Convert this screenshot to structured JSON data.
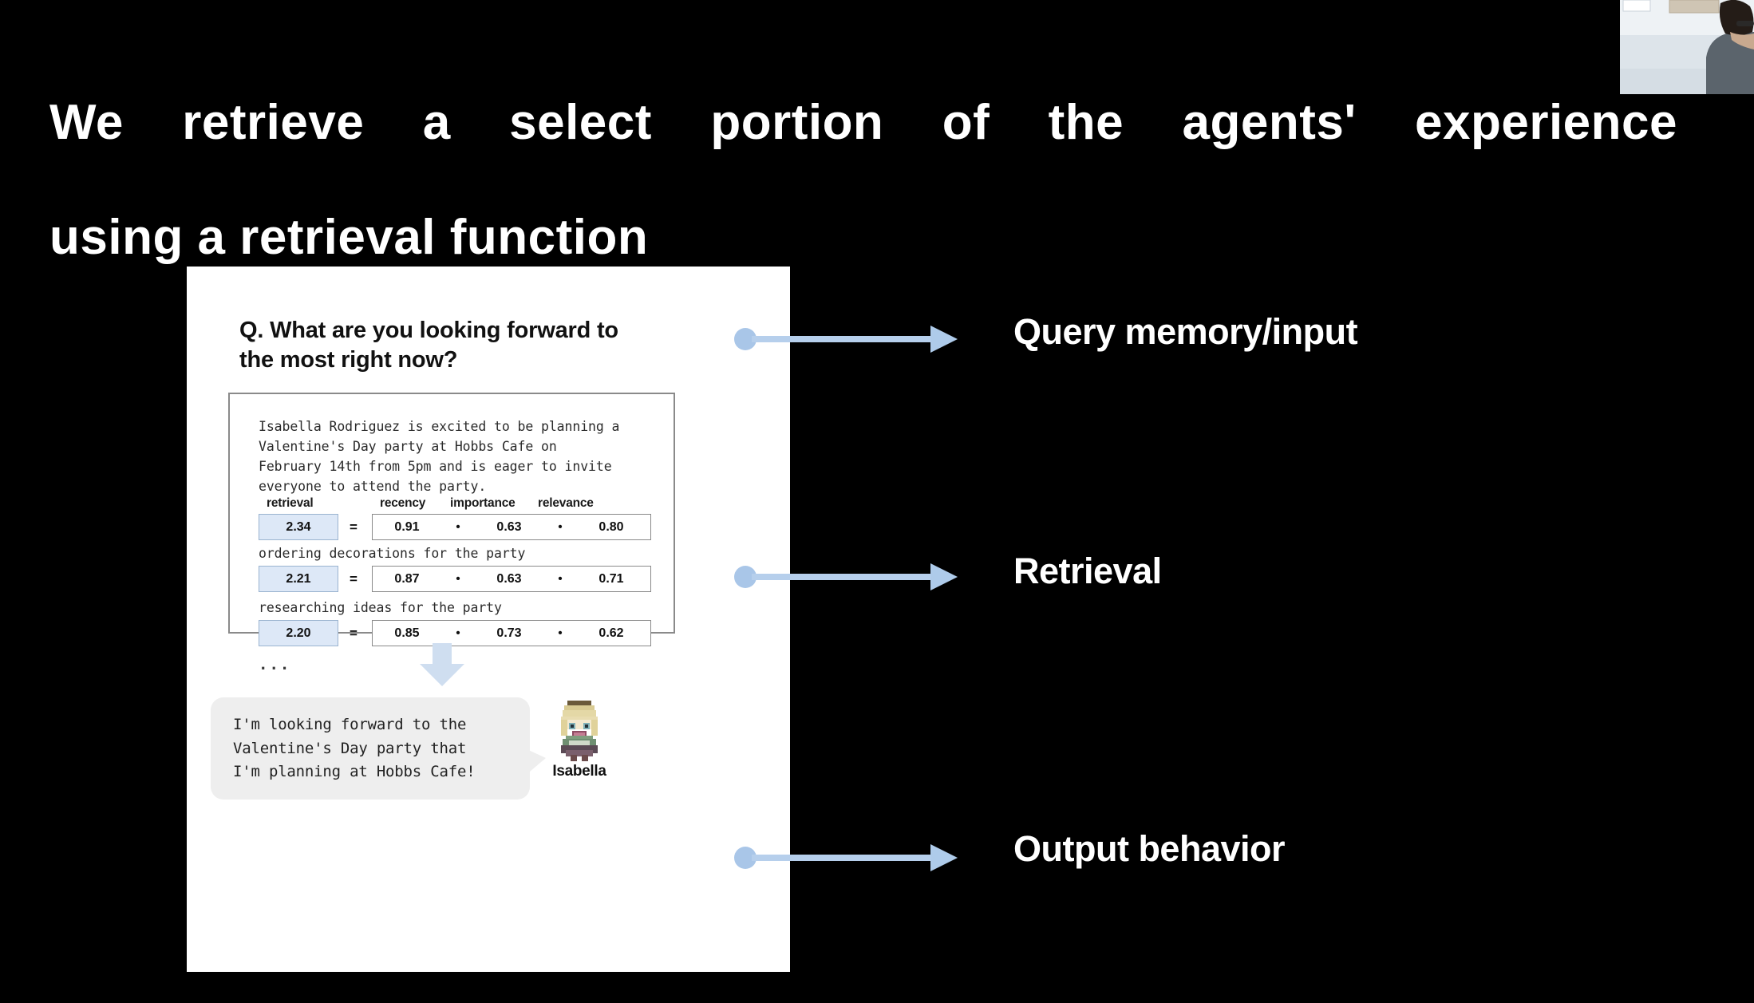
{
  "slide": {
    "title_line_1": "We retrieve a select portion of the agents' experience",
    "title_line_2": "using a retrieval function",
    "background_color": "#000000",
    "title_color": "#ffffff"
  },
  "figure": {
    "card_background": "#ffffff",
    "question": "Q. What are you looking forward to\nthe most right now?",
    "memory_context": "Isabella Rodriguez is excited to be planning a\nValentine's Day party at Hobbs Cafe on\nFebruary 14th from 5pm and is eager to invite\neveryone to attend the party.",
    "score_headers": {
      "total": "retrieval",
      "recency": "recency",
      "importance": "importance",
      "relevance": "relevance"
    },
    "equals_sign": "=",
    "operator": "•",
    "rows": [
      {
        "label": "",
        "total": "2.34",
        "recency": "0.91",
        "importance": "0.63",
        "relevance": "0.80"
      },
      {
        "label": "ordering decorations for the party",
        "total": "2.21",
        "recency": "0.87",
        "importance": "0.63",
        "relevance": "0.71"
      },
      {
        "label": "researching ideas for the party",
        "total": "2.20",
        "recency": "0.85",
        "importance": "0.73",
        "relevance": "0.62"
      }
    ],
    "ellipsis": "...",
    "utterance": "I'm looking forward to the\nValentine's Day party that\nI'm planning at Hobbs Cafe!",
    "avatar_name": "Isabella",
    "highlight_color": "#dde8f7",
    "arrow_color": "#aecbea"
  },
  "annotations": [
    {
      "label": "Query memory/input"
    },
    {
      "label": "Retrieval"
    },
    {
      "label": "Output behavior"
    }
  ]
}
